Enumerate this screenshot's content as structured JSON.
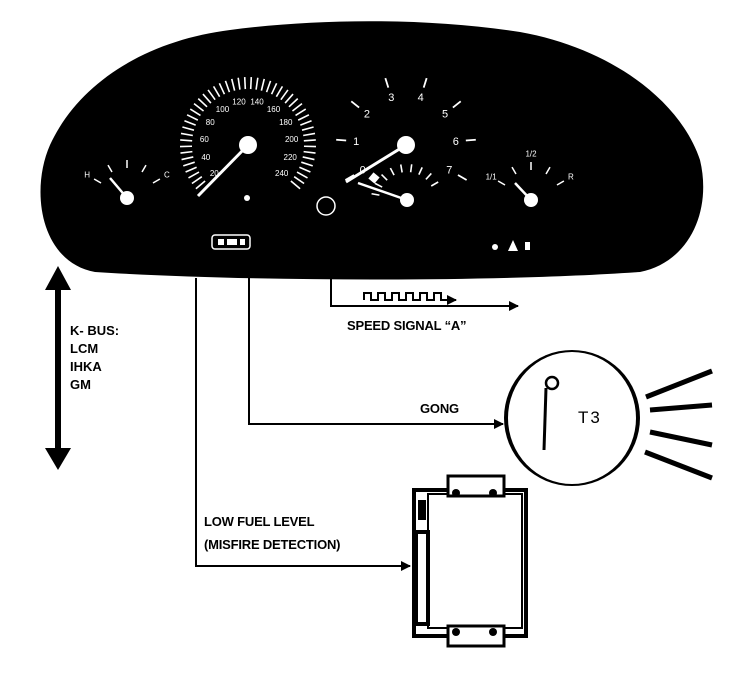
{
  "labels": {
    "kbus_heading": "K- BUS:",
    "kbus_items": [
      "LCM",
      "IHKA",
      "GM"
    ],
    "speed_signal": "SPEED SIGNAL “A”",
    "gong": "GONG",
    "low_fuel": "LOW FUEL LEVEL",
    "misfire": "(MISFIRE DETECTION)",
    "gong_unit": "T3"
  },
  "gauges": {
    "speedometer_ticks": [
      "20",
      "40",
      "60",
      "80",
      "100",
      "120",
      "140",
      "160",
      "180",
      "200",
      "220",
      "240"
    ],
    "tachometer_ticks": [
      "0",
      "1",
      "2",
      "3",
      "4",
      "5",
      "6",
      "7"
    ],
    "temp_ticks": [
      "H",
      "C"
    ],
    "fuel_ticks": [
      "1/1",
      "1/2",
      "R"
    ]
  },
  "colors": {
    "ink": "#000000",
    "paper": "#ffffff"
  }
}
